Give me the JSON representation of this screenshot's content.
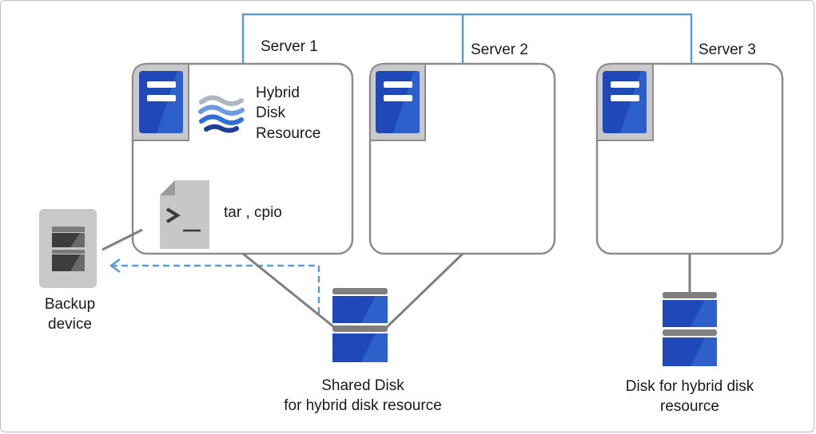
{
  "servers": [
    {
      "name": "Server 1"
    },
    {
      "name": "Server 2"
    },
    {
      "name": "Server 3"
    }
  ],
  "hybrid_disk_resource": {
    "line1": "Hybrid",
    "line2": "Disk",
    "line3": "Resource"
  },
  "command_label": "tar , cpio",
  "backup_device": {
    "line1": "Backup",
    "line2": "device"
  },
  "shared_disk": {
    "line1": "Shared Disk",
    "line2": "for hybrid disk resource"
  },
  "local_disk": {
    "line1": "Disk for hybrid disk",
    "line2": "resource"
  },
  "colors": {
    "network": "#5b9bd5",
    "server_border": "#8c8c8c",
    "disk_blue": "#1f49b8",
    "disk_light": "#3b6fd6",
    "backup_gray": "#c8c8c8",
    "arrow": "#5b9bd5"
  }
}
